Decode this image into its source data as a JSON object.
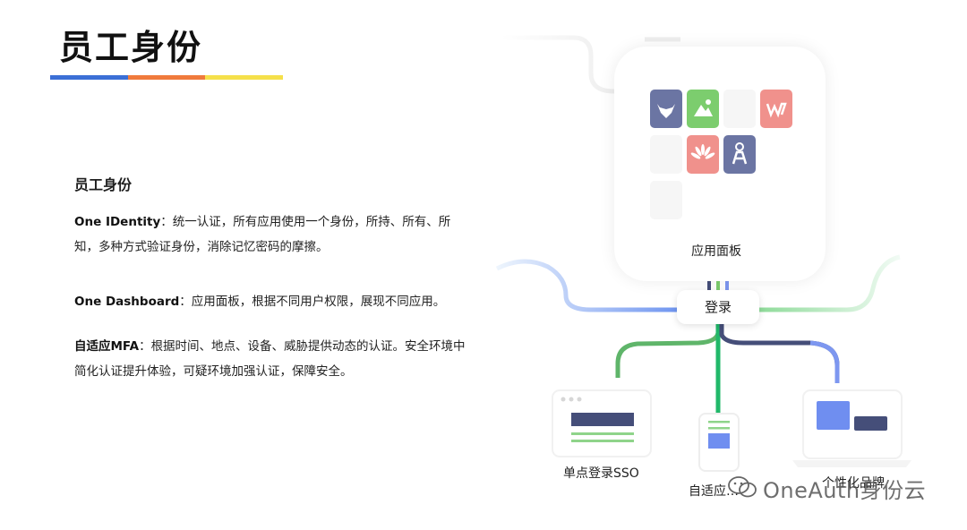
{
  "header": {
    "title": "员工身份",
    "bar_colors": [
      "#3b6fd6",
      "#f07a3c",
      "#f5e04a"
    ]
  },
  "content": {
    "section_title": "员工身份",
    "paragraphs": [
      {
        "key": "One IDentity",
        "sep": "：",
        "text": "统一认证，所有应用使用一个身份，所持、所有、所知，多种方式验证身份，消除记忆密码的摩擦。"
      },
      {
        "key": "One Dashboard",
        "sep": "：",
        "text": "应用面板，根据不同用户权限，展现不同应用。"
      },
      {
        "key": "自适应MFA",
        "sep": "：",
        "text": "根据时间、地点、设备、威胁提供动态的认证。安全环境中简化认证提升体验，可疑环境加强认证，保障安全。"
      }
    ]
  },
  "diagram": {
    "panel_label": "应用面板",
    "login_label": "登录",
    "sso_label": "单点登录SSO",
    "mfa_label": "自适应…",
    "personal_label": "个性化品牌",
    "app_icons": [
      "gitlab-icon",
      "mountain-image-icon",
      "wps-icon",
      "huawei-icon",
      "jenkins-icon"
    ],
    "colors": {
      "gitlab": "#6b75a3",
      "green": "#7ccd6e",
      "wps": "#f0918c",
      "huawei": "#f0918c",
      "jenkins": "#6b75a3",
      "blue_line": "#7d97f0",
      "navy": "#454e79",
      "light_blue": "#a9cdf3",
      "light_green": "#9fe0b0"
    }
  },
  "watermark": {
    "text": "OneAuth身份云"
  }
}
